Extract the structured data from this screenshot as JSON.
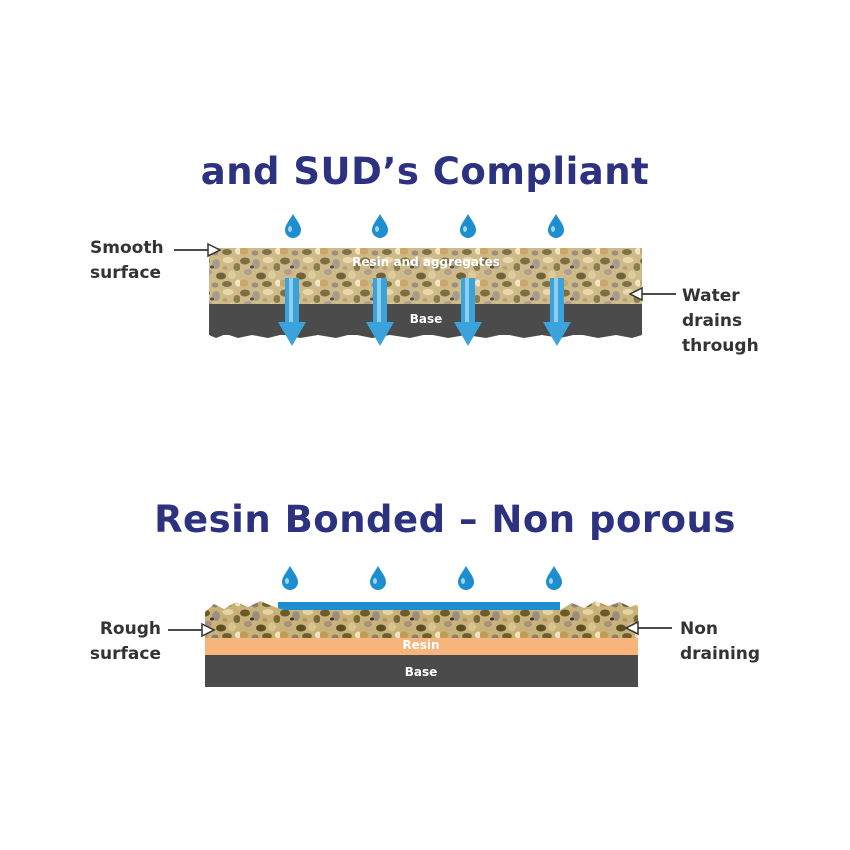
{
  "porous": {
    "title": "and SUD’s Compliant",
    "left_label": "Smooth\nsurface",
    "right_label": "Water\ndrains\nthrough",
    "aggregate_layer_label": "Resin and aggregates",
    "base_layer_label": "Base"
  },
  "non_porous": {
    "title": "Resin Bonded – Non porous",
    "left_label": "Rough\nsurface",
    "right_label": "Non\ndraining",
    "resin_layer_label": "Resin",
    "base_layer_label": "Base"
  },
  "colors": {
    "title": "#2d3280",
    "water": "#1d8fd0",
    "base": "#4b4b4b",
    "resin": "#f7b47b"
  },
  "icons": [
    "water-drop-icon",
    "down-arrow-icon",
    "pointer-arrow-icon"
  ]
}
